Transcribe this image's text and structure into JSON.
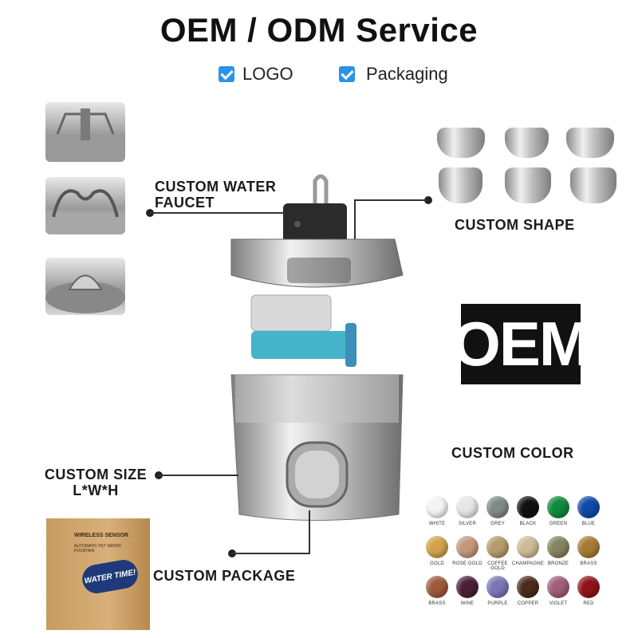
{
  "title": "OEM / ODM Service",
  "options": [
    {
      "label": "LOGO",
      "checked": true
    },
    {
      "label": "Packaging",
      "checked": true
    }
  ],
  "callouts": {
    "faucet": [
      "CUSTOM WATER",
      "FAUCET"
    ],
    "shape": "CUSTOM SHAPE",
    "size": [
      "CUSTOM SIZE",
      "L*W*H"
    ],
    "package": "CUSTOM PACKAGE",
    "color": "CUSTOM COLOR"
  },
  "oem_badge": "OEM",
  "box_text": {
    "top": "WIRELESS SENSOR",
    "sub": "AUTOMATIC PET WATER FOUNTAIN",
    "sticker": "WATER TIME!"
  },
  "colors": [
    {
      "name": "WHITE",
      "hex": "#f4f4f4"
    },
    {
      "name": "SILVER",
      "hex": "#e6e6e6"
    },
    {
      "name": "GREY",
      "hex": "#7f8a87"
    },
    {
      "name": "BLACK",
      "hex": "#111111"
    },
    {
      "name": "GREEN",
      "hex": "#0e8a3c"
    },
    {
      "name": "BLUE",
      "hex": "#1248a8"
    },
    {
      "name": "GOLD",
      "hex": "#d1a24a"
    },
    {
      "name": "ROSE GOLD",
      "hex": "#c4977a"
    },
    {
      "name": "COFFEE GOLD",
      "hex": "#b59a6c"
    },
    {
      "name": "CHAMPAGNE",
      "hex": "#cdbb95"
    },
    {
      "name": "BRONZE",
      "hex": "#868261"
    },
    {
      "name": "BRASS",
      "hex": "#a57a34"
    },
    {
      "name": "BRASS",
      "hex": "#9c5a3a"
    },
    {
      "name": "WINE",
      "hex": "#4a1f37"
    },
    {
      "name": "PURPLE",
      "hex": "#7a76b4"
    },
    {
      "name": "COPPER",
      "hex": "#4d2a1c"
    },
    {
      "name": "VIOLET",
      "hex": "#9f5d78"
    },
    {
      "name": "RED",
      "hex": "#8e1418"
    }
  ]
}
